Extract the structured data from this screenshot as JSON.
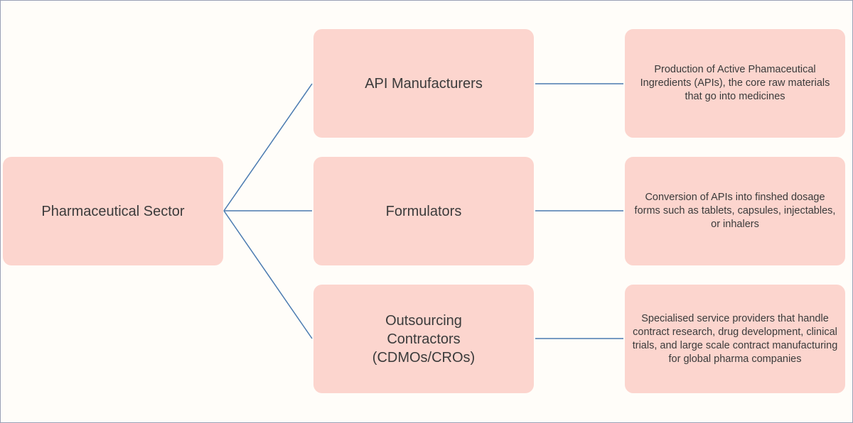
{
  "diagram": {
    "root": {
      "label": "Pharmaceutical Sector"
    },
    "branches": [
      {
        "label": "API Manufacturers",
        "description": "Production of Active Phamaceutical Ingredients (APIs), the core raw materials that go into medicines"
      },
      {
        "label": "Formulators",
        "description": "Conversion of APIs into finshed dosage forms such as tablets, capsules, injectables, or inhalers"
      },
      {
        "label": "Outsourcing Contractors (CDMOs/CROs)",
        "description": "Specialised service providers that handle contract research, drug development, clinical trials, and large scale contract manufacturing for global pharma companies"
      }
    ]
  },
  "colors": {
    "box_fill": "#fcd5ce",
    "connector": "#4a7ab0",
    "background": "#fffdf9"
  }
}
